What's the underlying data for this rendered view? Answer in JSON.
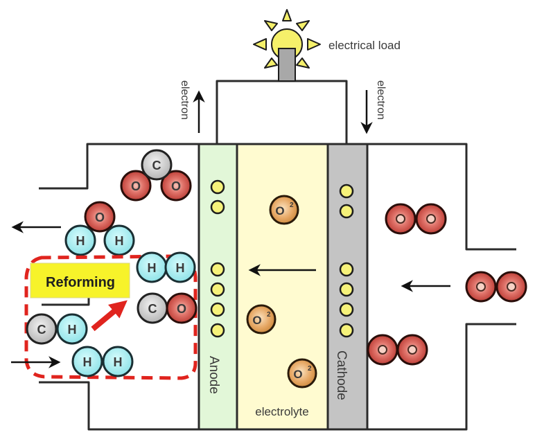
{
  "diagram": {
    "title": "Solid oxide fuel cell with internal reforming",
    "labels": {
      "electrical_load": "electrical load",
      "electron_left": "electron",
      "electron_right": "electron",
      "anode": "Anode",
      "cathode": "Cathode",
      "electrolyte": "electrolyte",
      "reforming": "Reforming"
    },
    "atoms": {
      "carbon": "C",
      "oxygen": "O",
      "hydrogen": "H",
      "oxide_ion": "O",
      "oxide_charge": "2"
    },
    "colors": {
      "anode": "#e2f7d8",
      "electrolyte": "#fffbd0",
      "cathode": "#c4c4c4",
      "hydrogen": "#a6eef0",
      "carbon": "#cfcfcf",
      "oxygen": "#d2564e",
      "oxide_ion": "#e2a15a",
      "electron": "#f6f27a",
      "reforming_box": "#f7f32a",
      "reforming_outline": "#e0241e",
      "bulb": "#f5f06a",
      "outline": "#222222"
    },
    "molecules": [
      {
        "name": "co2-molecule",
        "formula": "CO2",
        "region": "anode-outlet"
      },
      {
        "name": "h2o-molecule",
        "formula": "H2O",
        "region": "anode-outlet"
      },
      {
        "name": "h2-molecule-product",
        "formula": "H2",
        "region": "reforming"
      },
      {
        "name": "co-molecule",
        "formula": "CO",
        "region": "reforming"
      },
      {
        "name": "ch-molecule",
        "formula": "CH",
        "region": "reforming"
      },
      {
        "name": "h2-molecule-feed",
        "formula": "H2",
        "region": "anode-inlet"
      },
      {
        "name": "o2-molecule-cathode",
        "formula": "O2",
        "region": "cathode-chamber"
      },
      {
        "name": "o2-molecule-inlet",
        "formula": "O2",
        "region": "cathode-inlet"
      },
      {
        "name": "o2-molecule-lower",
        "formula": "O2",
        "region": "cathode-chamber"
      }
    ],
    "oxide_ions_count": 3,
    "anode_electrons_count": 6,
    "cathode_electrons_count": 6
  }
}
